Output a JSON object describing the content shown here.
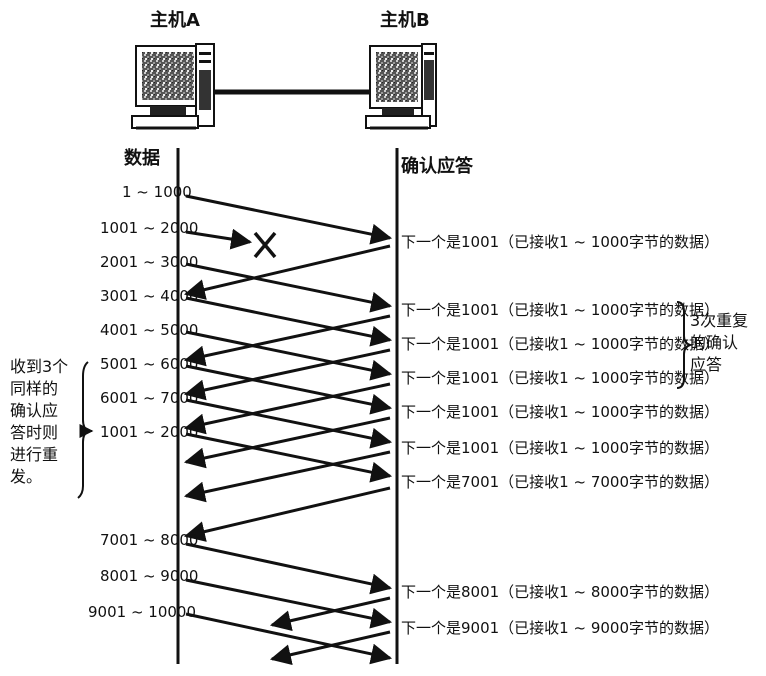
{
  "hosts": {
    "a": "主机A",
    "b": "主机B"
  },
  "columns": {
    "left": "数据",
    "right": "确认应答"
  },
  "segments": [
    "1 ~ 1000",
    "1001 ~ 2000",
    "2001 ~ 3000",
    "3001 ~ 4000",
    "4001 ~ 5000",
    "5001 ~ 6000",
    "6001 ~ 7000",
    "1001 ~ 2000",
    "7001 ~ 8000",
    "8001 ~ 9000",
    "9001 ~ 10000"
  ],
  "acks": [
    "下一个是1001（已接收1 ~ 1000字节的数据）",
    "下一个是1001（已接收1 ~ 1000字节的数据）",
    "下一个是1001（已接收1 ~ 1000字节的数据）",
    "下一个是1001（已接收1 ~ 1000字节的数据）",
    "下一个是1001（已接收1 ~ 1000字节的数据）",
    "下一个是1001（已接收1 ~ 1000字节的数据）",
    "下一个是7001（已接收1 ~ 7000字节的数据）",
    "下一个是8001（已接收1 ~ 8000字节的数据）",
    "下一个是9001（已接收1 ~ 9000字节的数据）"
  ],
  "notes": {
    "duplicate_ack": [
      "3次重复",
      "的确认",
      "应答"
    ],
    "retransmit": [
      "收到3个",
      "同样的",
      "确认应",
      "答时则",
      "进行重",
      "发。"
    ]
  }
}
